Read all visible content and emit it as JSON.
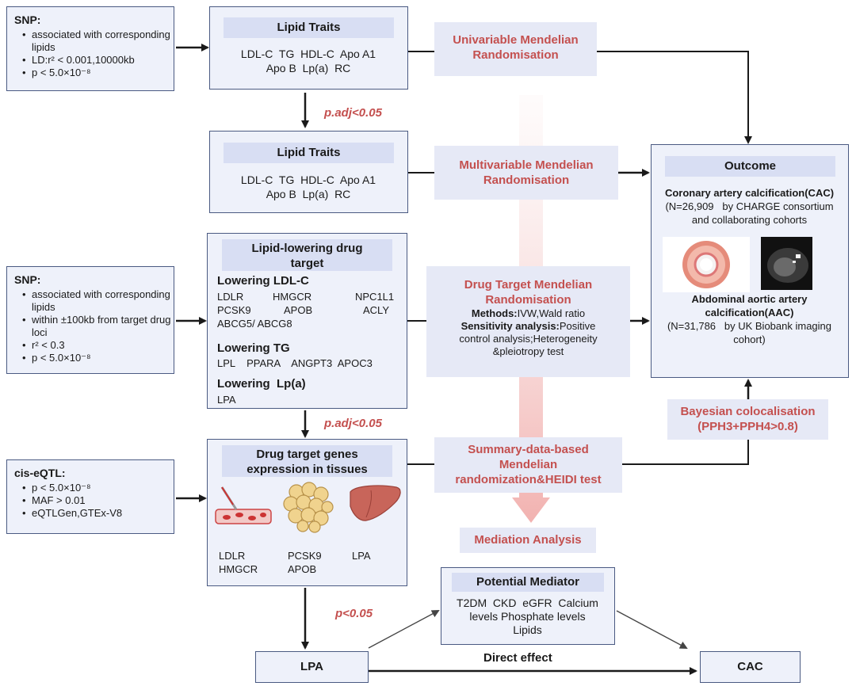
{
  "snp1": {
    "title": "SNP:",
    "items": [
      "associated with corresponding lipids",
      "LD:r² < 0.001,10000kb",
      "p < 5.0×10⁻⁸"
    ]
  },
  "lipid1": {
    "title": "Lipid Traits",
    "line1": "LDL-C  TG  HDL-C  Apo A1",
    "line2": "Apo B  Lp(a)  RC"
  },
  "lipid2": {
    "title": "Lipid Traits",
    "line1": "LDL-C  TG  HDL-C  Apo A1",
    "line2": "Apo B  Lp(a)  RC"
  },
  "padj1": "p.adj<0.05",
  "padj2": "p.adj<0.05",
  "p3": "p<0.05",
  "uvmr": {
    "line1": "Univariable Mendelian",
    "line2": "Randomisation"
  },
  "mvmr": {
    "line1": "Multivariable Mendelian",
    "line2": "Randomisation"
  },
  "dtmr": {
    "line1": "Drug Target Mendelian",
    "line2": "Randomisation",
    "methods_label": "Methods:",
    "methods": "IVW,Wald ratio",
    "sens_label": "Sensitivity analysis:",
    "sens_rest": "Positive",
    "sens_line2": "control analysis;Heterogeneity",
    "sens_line3": "&pleiotropy test"
  },
  "smr": {
    "line1": "Summary-data-based",
    "line2": "Mendelian",
    "line3": "randomization&HEIDI test"
  },
  "mediation": "Mediation Analysis",
  "bayes": {
    "line1": "Bayesian colocalisation",
    "line2": "(PPH3+PPH4>0.8)"
  },
  "outcome": {
    "title": "Outcome",
    "cac_title": "Coronary artery calcification(CAC)",
    "cac_n": "(N=26,909   by CHARGE consortium",
    "cac_n2": "and collaborating cohorts",
    "aac_title1": "Abdominal aortic artery",
    "aac_title2": "calcification(AAC)",
    "aac_n": "(N=31,786   by UK Biobank imaging",
    "aac_n2": "cohort)"
  },
  "snp2": {
    "title": "SNP:",
    "items": [
      "associated with corresponding lipids",
      "within ±100kb from target drug loci",
      "r² < 0.3",
      "p < 5.0×10⁻⁸"
    ]
  },
  "drug": {
    "title1": "Lipid-lowering drug",
    "title2": "target",
    "ldl_head": "Lowering LDL-C",
    "ldl_rows": [
      [
        "LDLR",
        "HMGCR",
        "NPC1L1"
      ],
      [
        "PCSK9",
        "APOB",
        "ACLY"
      ]
    ],
    "ldl_last": "ABCG5/ ABCG8",
    "tg_head": "Lowering TG",
    "tg_row": "LPL    PPARA    ANGPT3  APOC3",
    "lpa_head": "Lowering  Lp(a)",
    "lpa_row": "LPA"
  },
  "eqtl": {
    "title": "cis-eQTL:",
    "items": [
      "p < 5.0×10⁻⁸",
      "MAF > 0.01",
      "eQTLGen,GTEx-V8"
    ]
  },
  "expr": {
    "title1": "Drug target genes",
    "title2": "expression in tissues",
    "g1a": "LDLR",
    "g1b": "HMGCR",
    "g2a": "PCSK9",
    "g2b": "APOB",
    "g3": "LPA"
  },
  "mediator": {
    "title": "Potential Mediator",
    "line1": "T2DM  CKD  eGFR  Calcium",
    "line2": "levels Phosphate levels",
    "line3": "Lipids"
  },
  "lpa_box": "LPA",
  "cac_box": "CAC",
  "direct": "Direct effect"
}
